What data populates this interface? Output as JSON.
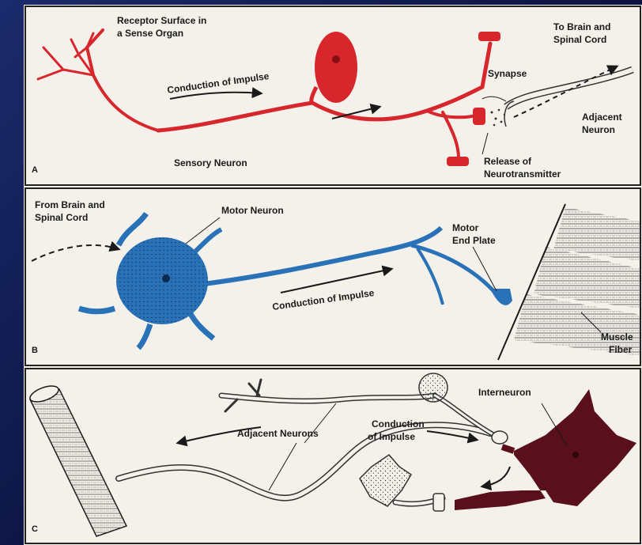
{
  "panels": {
    "a": {
      "letter": "A",
      "receptor_line1": "Receptor Surface in",
      "receptor_line2": "a Sense Organ",
      "conduction": "Conduction of Impulse",
      "brain_line1": "To Brain and",
      "brain_line2": "Spinal Cord",
      "synapse": "Synapse",
      "adjacent_line1": "Adjacent",
      "adjacent_line2": "Neuron",
      "sensory": "Sensory Neuron",
      "release_line1": "Release of",
      "release_line2": "Neurotransmitter"
    },
    "b": {
      "letter": "B",
      "from_line1": "From Brain and",
      "from_line2": "Spinal Cord",
      "motor_neuron": "Motor Neuron",
      "end_line1": "Motor",
      "end_line2": "End Plate",
      "conduction": "Conduction of Impulse",
      "muscle_line1": "Muscle",
      "muscle_line2": "Fiber"
    },
    "c": {
      "letter": "C",
      "interneuron": "Interneuron",
      "adjacent": "Adjacent Neurons",
      "conduction_line1": "Conduction",
      "conduction_line2": "of Impulse"
    }
  },
  "colors": {
    "sensory": "#d8262d",
    "motor": "#2a72b8",
    "interneuron": "#5a0f1c",
    "background": "#0b1340",
    "panel": "#f4f1ea"
  }
}
